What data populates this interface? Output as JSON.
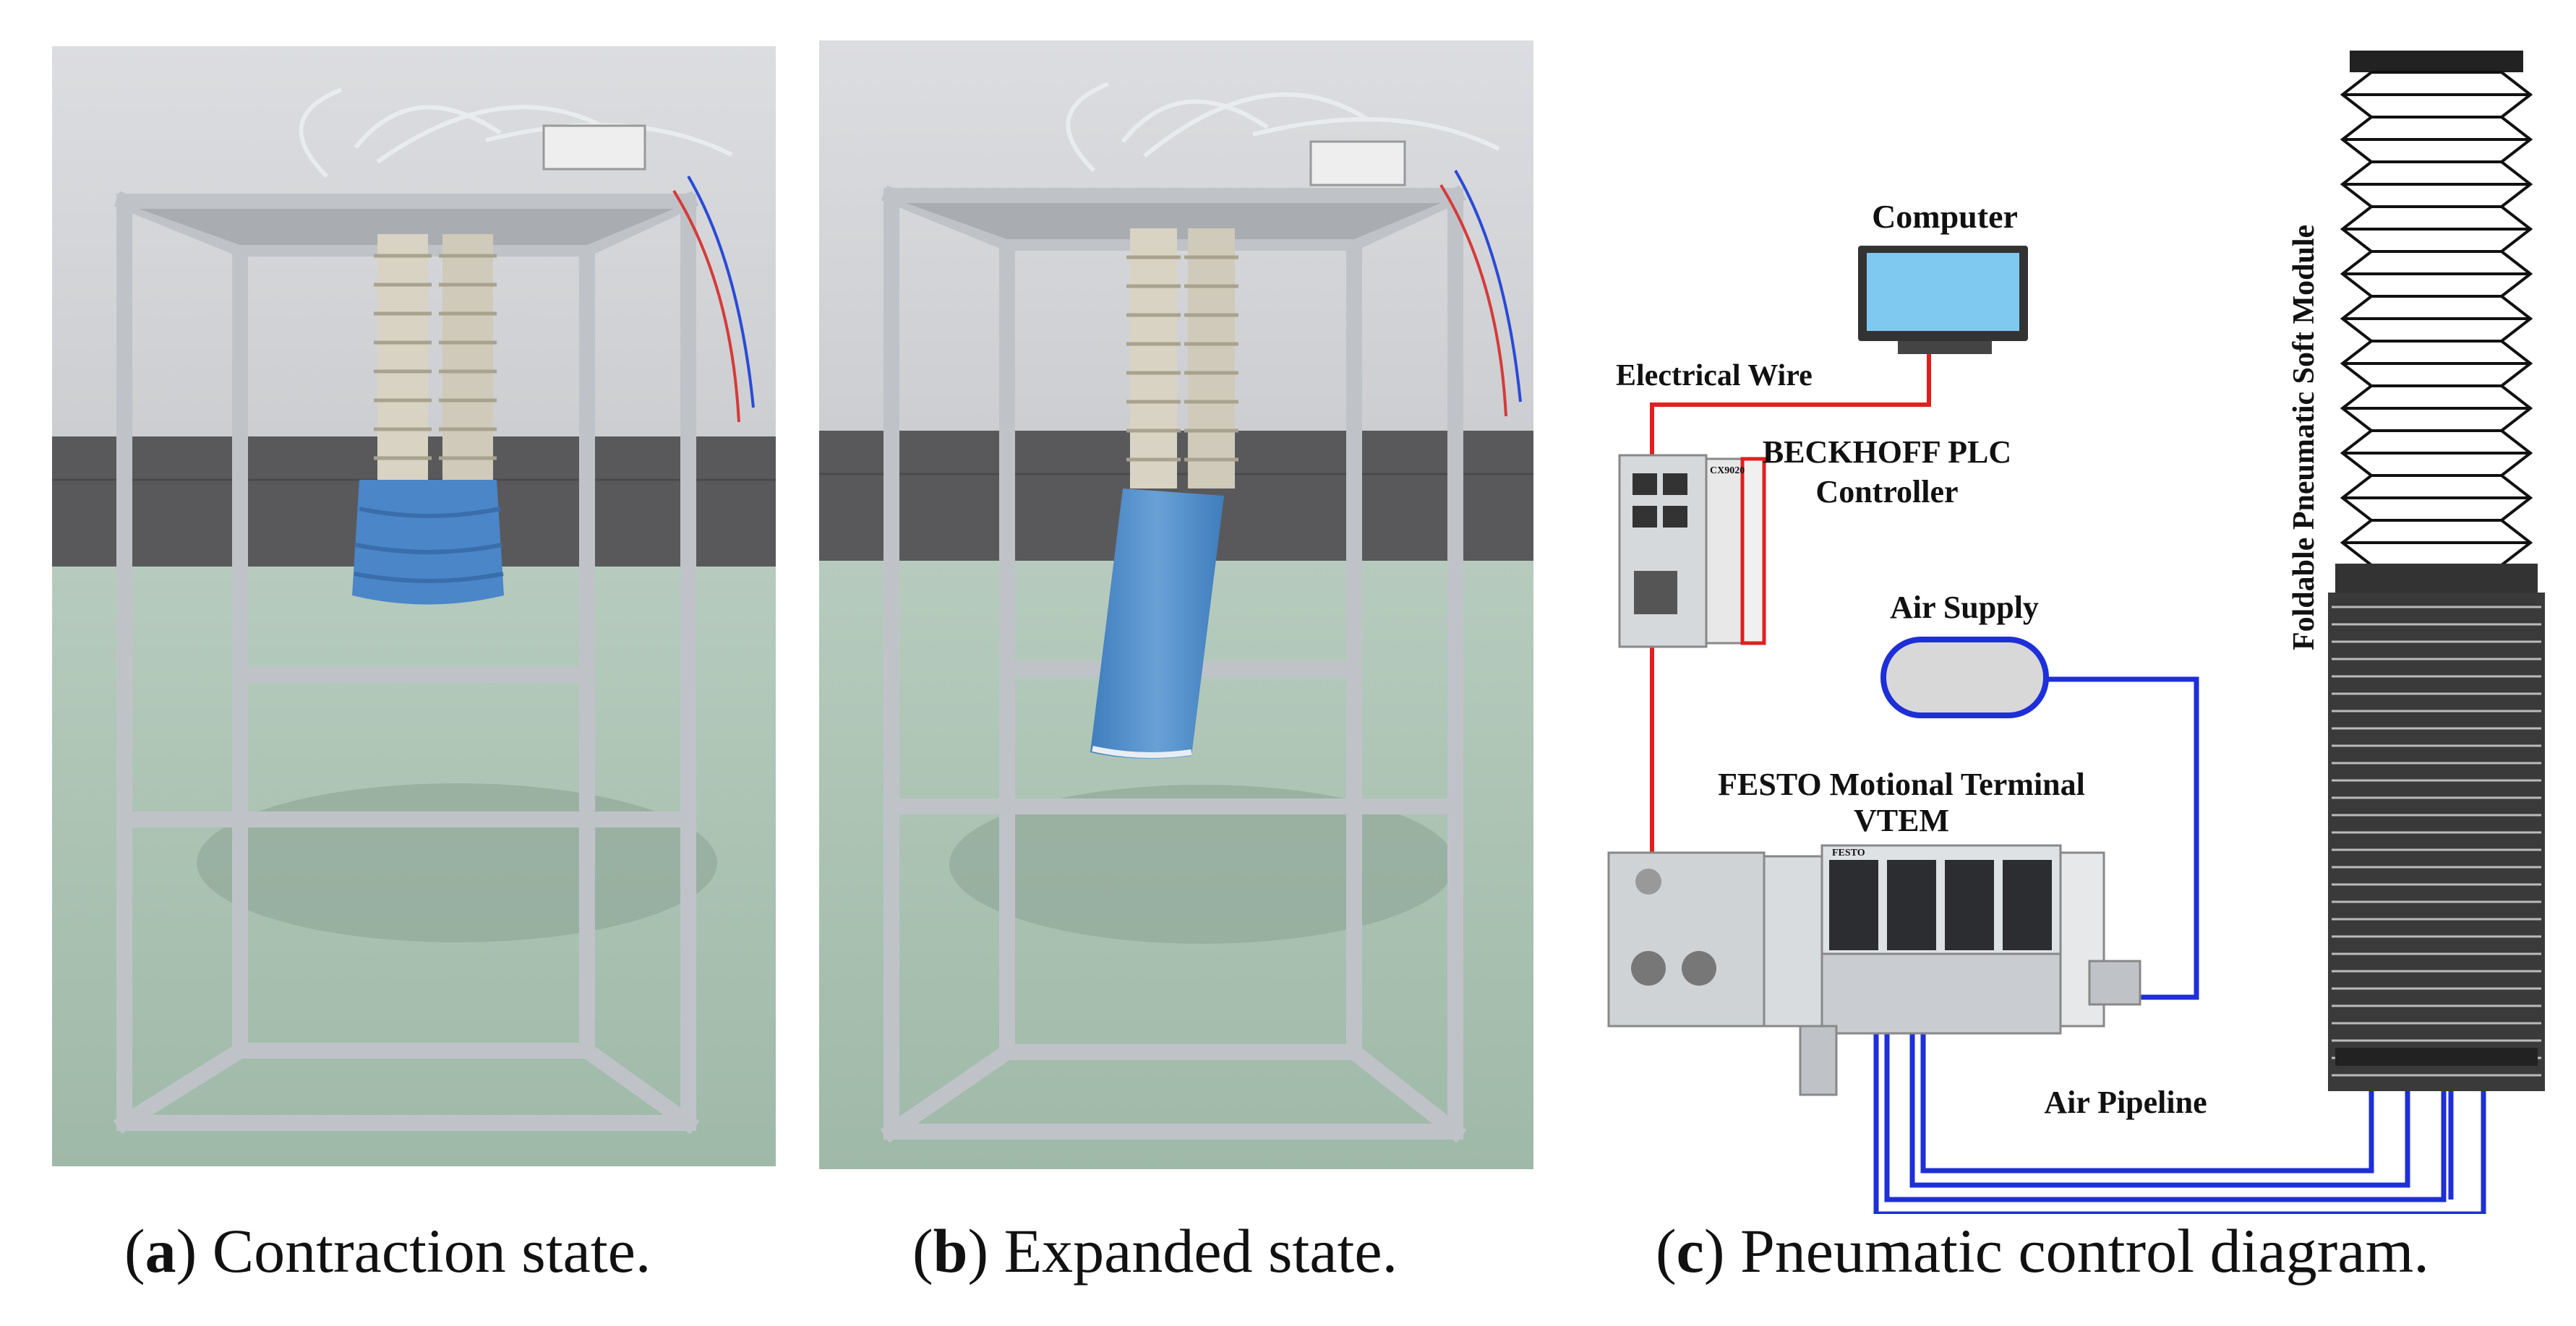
{
  "captions": {
    "a": {
      "open": "(",
      "letter": "a",
      "close": ")",
      "text": " Contraction state."
    },
    "b": {
      "open": "(",
      "letter": "b",
      "close": ")",
      "text": " Expanded state."
    },
    "c": {
      "open": "(",
      "letter": "c",
      "close": ")",
      "text": " Pneumatic control diagram."
    }
  },
  "diagram": {
    "computer_label": "Computer",
    "electrical_wire_label": "Electrical Wire",
    "plc_label_line1": "BECKHOFF PLC",
    "plc_label_line2": "Controller",
    "air_supply_label": "Air Supply",
    "festo_label_line1": "FESTO Motional Terminal",
    "festo_label_line2": "VTEM",
    "air_pipeline_label": "Air Pipeline",
    "soft_module_label": "Foldable Pneumatic Soft Module",
    "festo_brand": "FESTO",
    "plc_brand": "CX9020"
  },
  "colors": {
    "wire_red": "#e02020",
    "pipe_blue": "#1e2fd8",
    "screen_blue": "#7fc8f0",
    "frame_silver": "#c9cdd2",
    "wall_grey": "#d4d6d9",
    "floor_green": "#a9c2b2",
    "module_blue": "#4a86c8"
  }
}
